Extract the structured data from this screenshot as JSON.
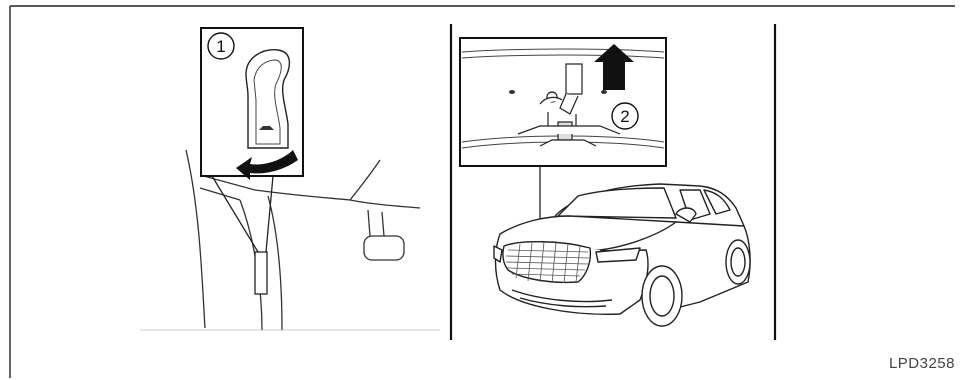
{
  "figure": {
    "callouts": [
      "1",
      "2"
    ],
    "code": "LPD3258",
    "icons": [
      "hood-release-lever-icon",
      "arrow-pull-icon",
      "arrow-up-icon",
      "hood-latch-icon",
      "suv-vehicle-icon"
    ]
  }
}
